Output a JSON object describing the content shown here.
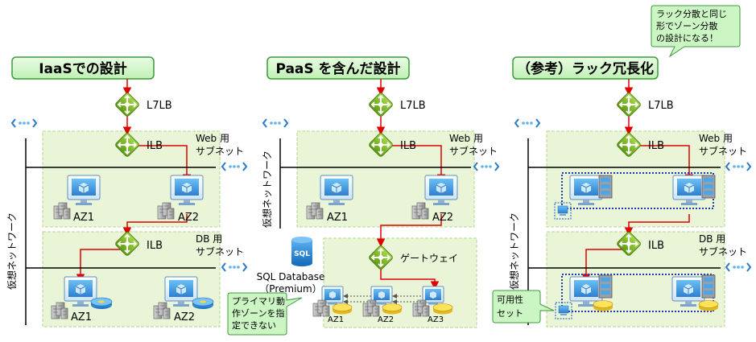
{
  "panels": [
    {
      "title": "IaaSでの設計",
      "lb_top": "L7LB",
      "ilb_web": "ILB",
      "web_subnet": [
        "Web 用",
        "サブネット"
      ],
      "network_label": "仮想ネットワーク",
      "ilb_db": "ILB",
      "db_subnet": [
        "DB 用",
        "サブネット"
      ],
      "web_vms": [
        "AZ1",
        "AZ2"
      ],
      "db_vms": [
        "AZ1",
        "AZ2"
      ]
    },
    {
      "title": "PaaS を含んだ設計",
      "lb_top": "L7LB",
      "ilb_web": "ILB",
      "web_subnet": [
        "Web 用",
        "サブネット"
      ],
      "network_label": "仮想ネットワーク",
      "gateway": "ゲートウェイ",
      "sql_label": [
        "SQL Database",
        "（Premium）"
      ],
      "sql_icon": "SQL",
      "web_vms": [
        "AZ1",
        "AZ2"
      ],
      "db_vms": [
        "AZ1",
        "AZ2",
        "AZ3"
      ],
      "callout": [
        "プライマリ動",
        "作ゾーンを指",
        "定できない"
      ]
    },
    {
      "title": "（参考）ラック冗長化",
      "lb_top": "L7LB",
      "ilb_web": "ILB",
      "web_subnet": [
        "Web 用",
        "サブネット"
      ],
      "network_label": "仮想ネットワーク",
      "ilb_db": "ILB",
      "db_subnet": [
        "DB 用",
        "サブネット"
      ],
      "availability_set": [
        "可用性",
        "セット"
      ],
      "note": [
        "ラック分散と同じ",
        "形でゾーン分散",
        "の設計になる！"
      ]
    }
  ],
  "colors": {
    "title_fill": "#ccf5c4",
    "title_border": "#3c9a3c",
    "subnet_fill": "#e9f5d6",
    "subnet_border": "#b6d68f",
    "connector": "#e00000",
    "lb_green": "#7ab51d",
    "vm_blue": "#3a8fd8",
    "avset_dots": "#1f3fa8"
  },
  "icons": [
    "load-balancer-icon",
    "virtual-machine-icon",
    "server-rack-icon",
    "disk-icon",
    "sql-database-icon",
    "vnet-icon"
  ]
}
